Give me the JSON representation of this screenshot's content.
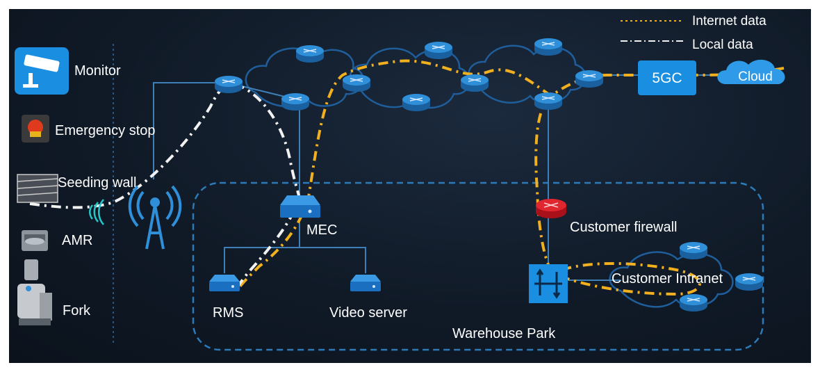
{
  "legend": {
    "internet_label": "Internet data",
    "local_label": "Local data",
    "internet_color": "#f2b01e",
    "local_color": "#f2f2f2"
  },
  "devices": {
    "monitor": "Monitor",
    "emergency_stop": "Emergency stop",
    "seeding_wall": "Seeding wall",
    "amr": "AMR",
    "fork": "Fork"
  },
  "nodes": {
    "core": "5GC",
    "cloud": "Cloud",
    "mec": "MEC",
    "rms": "RMS",
    "video_server": "Video server",
    "customer_firewall": "Customer firewall",
    "customer_intranet": "Customer Intranet"
  },
  "zone": {
    "label": "Warehouse Park"
  },
  "icons": [
    "camera-icon",
    "emergency-button-icon",
    "shelf-icon",
    "robot-icon",
    "forklift-icon",
    "wireless-signal-icon",
    "cell-tower-icon",
    "router-icon",
    "firewall-icon",
    "switch-icon",
    "server-icon"
  ]
}
